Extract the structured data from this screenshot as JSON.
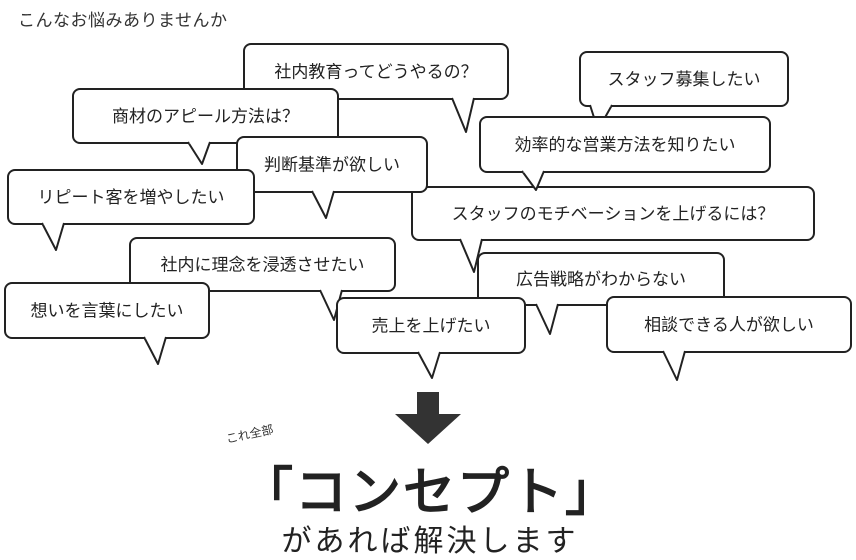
{
  "heading": "こんなお悩みありませんか",
  "bubbles": [
    {
      "id": "staff-recruit",
      "text": "スタッフ募集したい"
    },
    {
      "id": "staff-motivation",
      "text": "スタッフのモチベーションを上げるには？"
    },
    {
      "id": "internal-education",
      "text": "社内教育ってどうやるの？"
    },
    {
      "id": "product-appeal",
      "text": "商材のアピール方法は？"
    },
    {
      "id": "effective-sales",
      "text": "効率的な営業方法を知りたい"
    },
    {
      "id": "judgment-criteria",
      "text": "判断基準が欲しい"
    },
    {
      "id": "repeat-customers",
      "text": "リピート客を増やしたい"
    },
    {
      "id": "ad-strategy",
      "text": "広告戦略がわからない"
    },
    {
      "id": "philosophy",
      "text": "社内に理念を浸透させたい"
    },
    {
      "id": "express-thoughts",
      "text": "想いを言葉にしたい"
    },
    {
      "id": "increase-sales",
      "text": "売上を上げたい"
    },
    {
      "id": "consultant",
      "text": "相談できる人が欲しい"
    }
  ],
  "note": "これ全部",
  "concept": "「コンセプト」",
  "tagline": "があれば解決します",
  "colors": {
    "stroke": "#222222",
    "fill": "#ffffff",
    "arrow": "#333333"
  }
}
